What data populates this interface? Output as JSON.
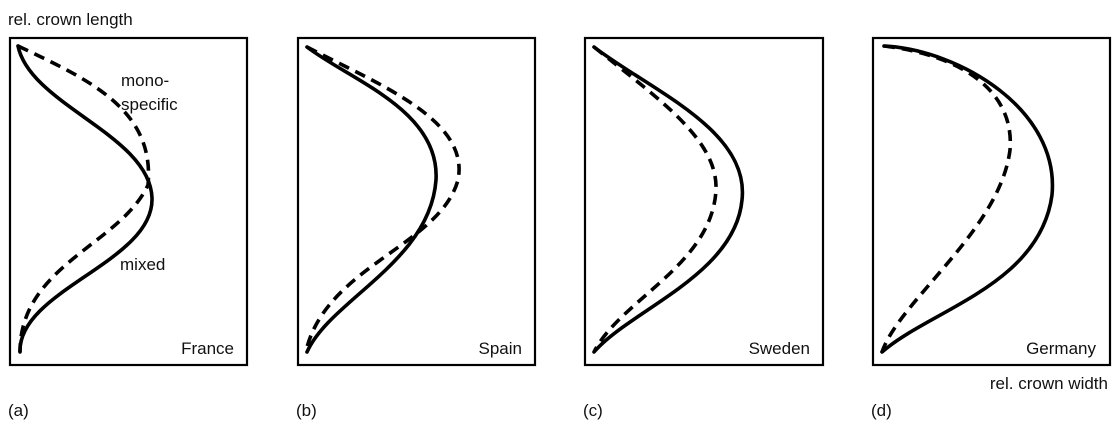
{
  "figure": {
    "y_axis_label": "rel. crown length",
    "x_axis_label": "rel. crown width",
    "annotations": {
      "mono_line1": "mono-",
      "mono_line2": "specific",
      "mixed": "mixed"
    },
    "panels": [
      {
        "letter": "(a)",
        "country": "France"
      },
      {
        "letter": "(b)",
        "country": "Spain"
      },
      {
        "letter": "(c)",
        "country": "Sweden"
      },
      {
        "letter": "(d)",
        "country": "Germany"
      }
    ],
    "legend_styles": {
      "mixed": "solid",
      "mono-specific": "dashed"
    }
  }
}
